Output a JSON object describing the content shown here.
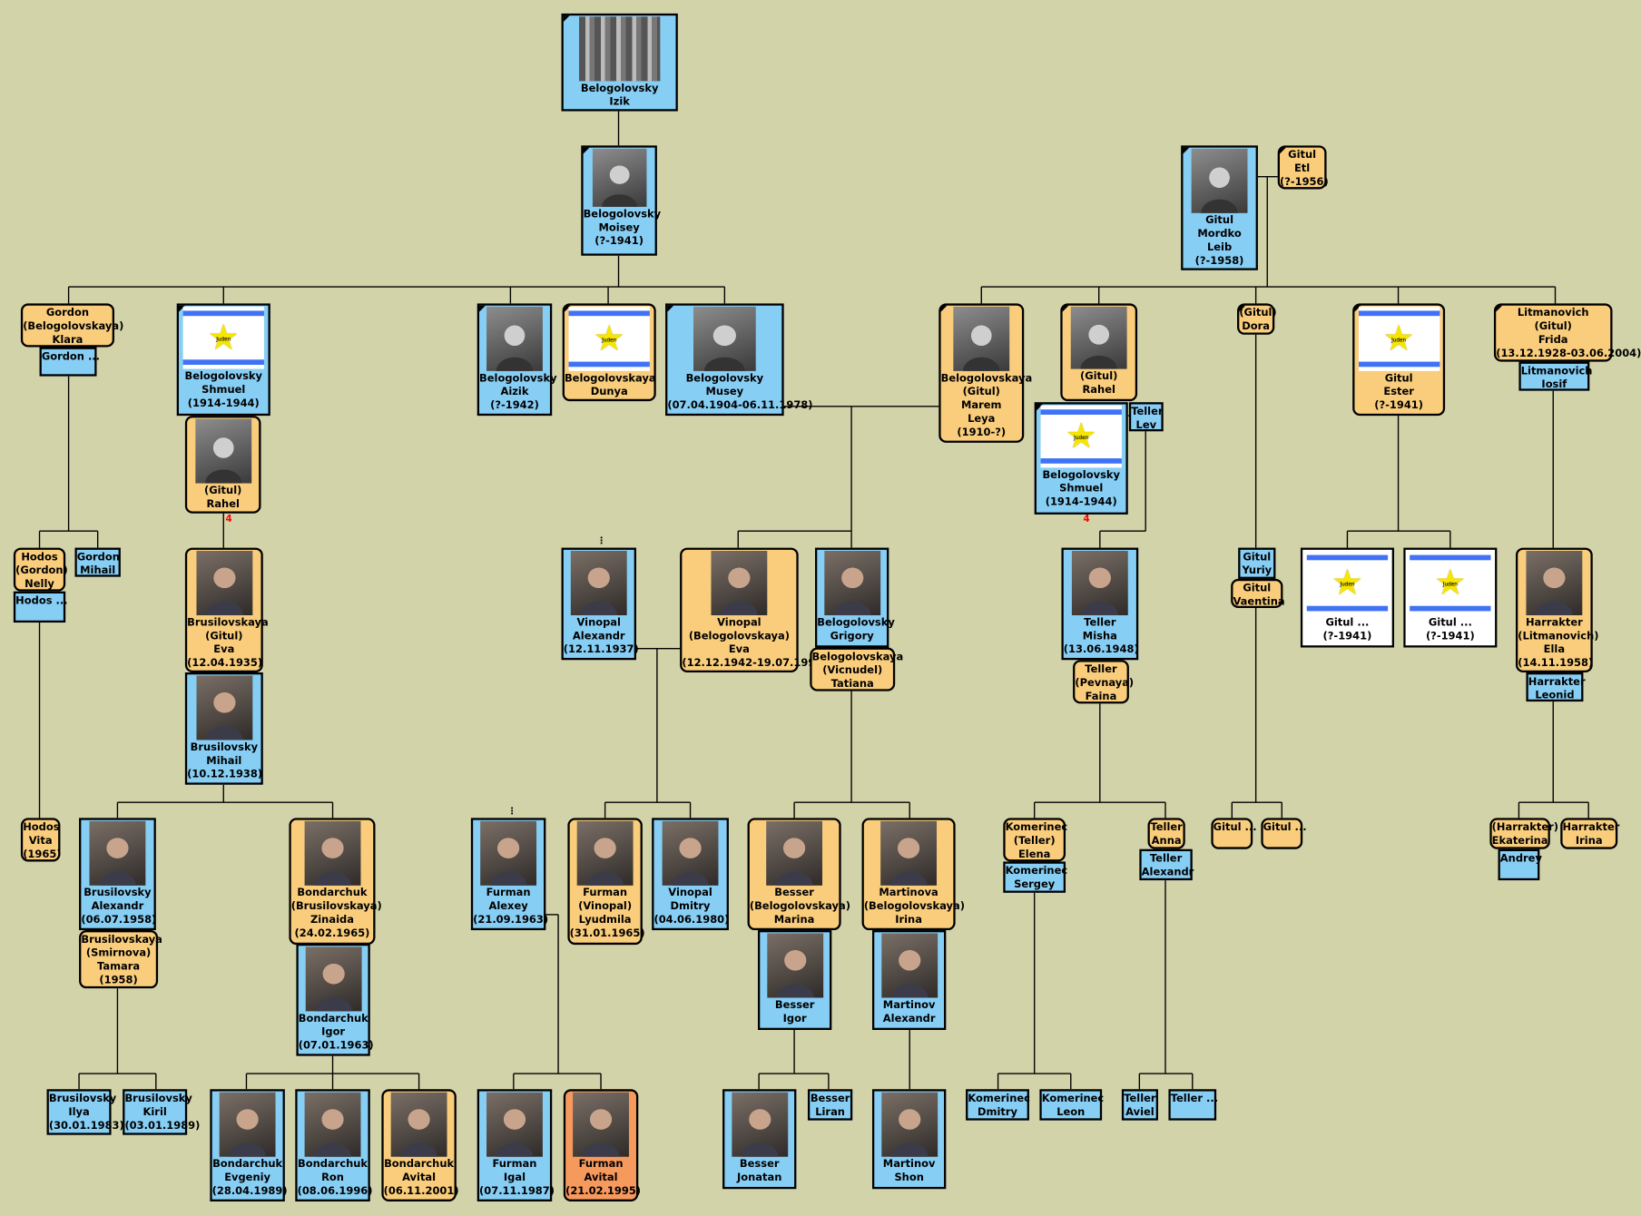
{
  "people": [
    {
      "id": "izik",
      "g": "m",
      "photo": "group",
      "lines": [
        "Belogolovsky",
        "Izik"
      ]
    },
    {
      "id": "moisey",
      "g": "m",
      "photo": "oldph",
      "lines": [
        "Belogolovsky",
        "Moisey",
        "(?-1941)"
      ]
    },
    {
      "id": "mordko",
      "g": "m",
      "photo": "oldph",
      "lines": [
        "Gitul",
        "Mordko",
        "Leib",
        "(?-1958)"
      ]
    },
    {
      "id": "etl",
      "g": "f",
      "lines": [
        "Gitul",
        "Etl",
        "(?-1956)"
      ]
    },
    {
      "id": "klara",
      "g": "f",
      "lines": [
        "Gordon",
        "(Belogolovskaya)",
        "Klara"
      ]
    },
    {
      "id": "gordon_sp",
      "g": "m",
      "lines": [
        "Gordon ..."
      ]
    },
    {
      "id": "shmuel1",
      "g": "m",
      "photo": "flag",
      "lines": [
        "Belogolovsky",
        "Shmuel",
        "(1914-1944)"
      ]
    },
    {
      "id": "aizik",
      "g": "m",
      "photo": "oldph",
      "lines": [
        "Belogolovsky",
        "Aizik",
        "(?-1942)"
      ]
    },
    {
      "id": "dunya",
      "g": "f",
      "photo": "flag",
      "lines": [
        "Belogolovskaya",
        "Dunya"
      ]
    },
    {
      "id": "musey",
      "g": "m",
      "photo": "oldph",
      "lines": [
        "Belogolovsky",
        "Musey",
        "(07.04.1904-06.11.1978)"
      ]
    },
    {
      "id": "marem",
      "g": "f",
      "photo": "oldph",
      "lines": [
        "Belogolovskaya",
        "(Gitul)",
        "Marem",
        "Leya",
        "(1910-?)"
      ]
    },
    {
      "id": "rahel2",
      "g": "f",
      "photo": "oldph",
      "lines": [
        "(Gitul)",
        "Rahel"
      ]
    },
    {
      "id": "lev",
      "g": "m",
      "lines": [
        "Teller",
        "Lev"
      ]
    },
    {
      "id": "shmuel2",
      "g": "m",
      "photo": "flag",
      "lines": [
        "Belogolovsky",
        "Shmuel",
        "(1914-1944)"
      ]
    },
    {
      "id": "dora",
      "g": "f",
      "lines": [
        "(Gitul)",
        "Dora"
      ]
    },
    {
      "id": "ester",
      "g": "f",
      "photo": "flag",
      "lines": [
        "Gitul",
        "Ester",
        "(?-1941)"
      ]
    },
    {
      "id": "frida",
      "g": "f",
      "lines": [
        "Litmanovich",
        "(Gitul)",
        "Frida",
        "(13.12.1928-03.06.2004)"
      ]
    },
    {
      "id": "iosif",
      "g": "m",
      "lines": [
        "Litmanovich",
        "Iosif"
      ]
    },
    {
      "id": "rahel1",
      "g": "f",
      "photo": "oldph",
      "lines": [
        "(Gitul)",
        "Rahel"
      ]
    },
    {
      "id": "nelly",
      "g": "f",
      "lines": [
        "Hodos",
        "(Gordon)",
        "Nelly"
      ]
    },
    {
      "id": "hodos_sp",
      "g": "m",
      "lines": [
        "Hodos ..."
      ]
    },
    {
      "id": "mihail_g",
      "g": "m",
      "lines": [
        "Gordon",
        "Mihail"
      ]
    },
    {
      "id": "eva_b",
      "g": "f",
      "photo": "photo",
      "lines": [
        "Brusilovskaya",
        "(Gitul)",
        "Eva",
        "(12.04.1935)"
      ]
    },
    {
      "id": "mihail_b",
      "g": "m",
      "photo": "photo",
      "lines": [
        "Brusilovsky",
        "Mihail",
        "(10.12.1938)"
      ]
    },
    {
      "id": "alexandr_v",
      "g": "m",
      "photo": "photo",
      "lines": [
        "Vinopal",
        "Alexandr",
        "(12.11.1937)"
      ]
    },
    {
      "id": "eva_v",
      "g": "f",
      "photo": "photo",
      "lines": [
        "Vinopal",
        "(Belogolovskaya)",
        "Eva",
        "(12.12.1942-19.07.1999)"
      ]
    },
    {
      "id": "grigory",
      "g": "m",
      "photo": "photo",
      "lines": [
        "Belogolovsky",
        "Grigory"
      ]
    },
    {
      "id": "tatiana",
      "g": "f",
      "lines": [
        "Belogolovskaya",
        "(Vicnudel)",
        "Tatiana"
      ]
    },
    {
      "id": "misha",
      "g": "m",
      "photo": "photo",
      "lines": [
        "Teller",
        "Misha",
        "(13.06.1948)"
      ]
    },
    {
      "id": "faina",
      "g": "f",
      "lines": [
        "Teller",
        "(Pevnaya)",
        "Faina"
      ]
    },
    {
      "id": "yuriy",
      "g": "m",
      "lines": [
        "Gitul",
        "Yuriy"
      ]
    },
    {
      "id": "vaentina",
      "g": "f",
      "lines": [
        "Gitul",
        "Vaentina"
      ]
    },
    {
      "id": "gitul_c1",
      "g": "w",
      "photo": "flag",
      "lines": [
        "Gitul ...",
        "(?-1941)"
      ]
    },
    {
      "id": "gitul_c2",
      "g": "w",
      "photo": "flag",
      "lines": [
        "Gitul ...",
        "(?-1941)"
      ]
    },
    {
      "id": "ella",
      "g": "f",
      "photo": "photo",
      "lines": [
        "Harrakter",
        "(Litmanovich)",
        "Ella",
        "(14.11.1958)"
      ]
    },
    {
      "id": "leonid",
      "g": "m",
      "lines": [
        "Harrakter",
        "Leonid"
      ]
    },
    {
      "id": "vita",
      "g": "f",
      "lines": [
        "Hodos",
        "Vita",
        "(1965)"
      ]
    },
    {
      "id": "alexandr_b",
      "g": "m",
      "photo": "photo",
      "lines": [
        "Brusilovsky",
        "Alexandr",
        "(06.07.1958)"
      ]
    },
    {
      "id": "tamara",
      "g": "f",
      "lines": [
        "Brusilovskaya",
        "(Smirnova)",
        "Tamara",
        "(1958)"
      ]
    },
    {
      "id": "zinaida",
      "g": "f",
      "photo": "photo",
      "lines": [
        "Bondarchuk",
        "(Brusilovskaya)",
        "Zinaida",
        "(24.02.1965)"
      ]
    },
    {
      "id": "igor_b",
      "g": "m",
      "photo": "photo",
      "lines": [
        "Bondarchuk",
        "Igor",
        "(07.01.1963)"
      ]
    },
    {
      "id": "alexey",
      "g": "m",
      "photo": "photo",
      "lines": [
        "Furman",
        "Alexey",
        "(21.09.1963)"
      ]
    },
    {
      "id": "lyudmila",
      "g": "f",
      "photo": "photo",
      "lines": [
        "Furman",
        "(Vinopal)",
        "Lyudmila",
        "(31.01.1965)"
      ]
    },
    {
      "id": "dmitry_v",
      "g": "m",
      "photo": "photo",
      "lines": [
        "Vinopal",
        "Dmitry",
        "(04.06.1980)"
      ]
    },
    {
      "id": "marina",
      "g": "f",
      "photo": "photo",
      "lines": [
        "Besser",
        "(Belogolovskaya)",
        "Marina"
      ]
    },
    {
      "id": "igor_bs",
      "g": "m",
      "photo": "photo",
      "lines": [
        "Besser",
        "Igor"
      ]
    },
    {
      "id": "irina_m",
      "g": "f",
      "photo": "photo",
      "lines": [
        "Martinova",
        "(Belogolovskaya)",
        "Irina"
      ]
    },
    {
      "id": "alexandr_m",
      "g": "m",
      "photo": "photo",
      "lines": [
        "Martinov",
        "Alexandr"
      ]
    },
    {
      "id": "elena",
      "g": "f",
      "lines": [
        "Komerinec",
        "(Teller)",
        "Elena"
      ]
    },
    {
      "id": "sergey",
      "g": "m",
      "lines": [
        "Komerinec",
        "Sergey"
      ]
    },
    {
      "id": "anna",
      "g": "f",
      "lines": [
        "Teller",
        "Anna"
      ]
    },
    {
      "id": "alexandr_t",
      "g": "m",
      "lines": [
        "Teller",
        "Alexandr"
      ]
    },
    {
      "id": "gitul_g1",
      "g": "f",
      "lines": [
        "Gitul ..."
      ]
    },
    {
      "id": "gitul_g2",
      "g": "f",
      "lines": [
        "Gitul ..."
      ]
    },
    {
      "id": "ekaterina",
      "g": "f",
      "lines": [
        "(Harrakter)",
        "Ekaterina"
      ]
    },
    {
      "id": "andrey",
      "g": "m",
      "lines": [
        "Andrey"
      ]
    },
    {
      "id": "irina_h",
      "g": "f",
      "lines": [
        "Harrakter",
        "Irina"
      ]
    },
    {
      "id": "ilya",
      "g": "m",
      "lines": [
        "Brusilovsky",
        "Ilya",
        "(30.01.1983)"
      ]
    },
    {
      "id": "kiril",
      "g": "m",
      "lines": [
        "Brusilovsky",
        "Kiril",
        "(03.01.1989)"
      ]
    },
    {
      "id": "evgeniy",
      "g": "m",
      "photo": "photo",
      "lines": [
        "Bondarchuk",
        "Evgeniy",
        "(28.04.1989)"
      ]
    },
    {
      "id": "ron",
      "g": "m",
      "photo": "photo",
      "lines": [
        "Bondarchuk",
        "Ron",
        "(08.06.1996)"
      ]
    },
    {
      "id": "avital_b",
      "g": "f",
      "photo": "photo",
      "lines": [
        "Bondarchuk",
        "Avital",
        "(06.11.2001)"
      ]
    },
    {
      "id": "igal",
      "g": "m",
      "photo": "photo",
      "lines": [
        "Furman",
        "Igal",
        "(07.11.1987)"
      ]
    },
    {
      "id": "avital_f",
      "g": "r",
      "photo": "photo",
      "lines": [
        "Furman",
        "Avital",
        "(21.02.1995)"
      ]
    },
    {
      "id": "jonatan",
      "g": "m",
      "photo": "photo",
      "lines": [
        "Besser",
        "Jonatan"
      ]
    },
    {
      "id": "liran",
      "g": "m",
      "lines": [
        "Besser",
        "Liran"
      ]
    },
    {
      "id": "shon",
      "g": "m",
      "photo": "photo",
      "lines": [
        "Martinov",
        "Shon"
      ]
    },
    {
      "id": "dmitry_k",
      "g": "m",
      "lines": [
        "Komerinec",
        "Dmitry"
      ]
    },
    {
      "id": "leon",
      "g": "m",
      "lines": [
        "Komerinec",
        "Leon"
      ]
    },
    {
      "id": "aviel",
      "g": "m",
      "lines": [
        "Teller",
        "Aviel"
      ]
    },
    {
      "id": "teller_c",
      "g": "m",
      "lines": [
        "Teller ..."
      ]
    }
  ],
  "badges": [
    "4",
    "4"
  ],
  "more_marker": "⋮",
  "flag_star_text": "Juden"
}
